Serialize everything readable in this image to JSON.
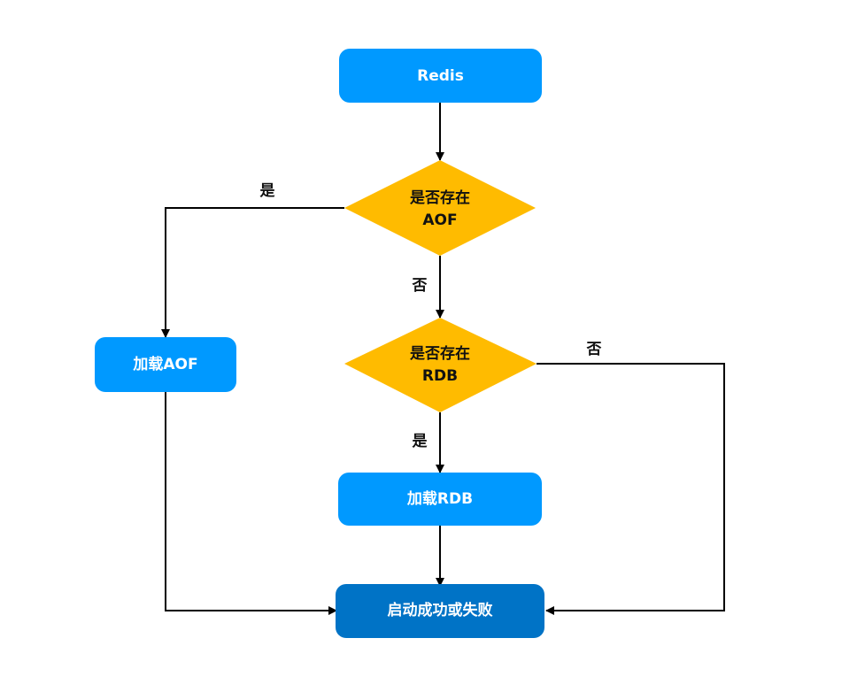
{
  "nodes": {
    "redis": "Redis",
    "aof_decision_line1": "是否存在",
    "aof_decision_line2": "AOF",
    "rdb_decision_line1": "是否存在",
    "rdb_decision_line2": "RDB",
    "load_aof": "加载AOF",
    "load_rdb": "加载RDB",
    "result": "启动成功或失败"
  },
  "edge_labels": {
    "aof_yes": "是",
    "aof_no": "否",
    "rdb_yes": "是",
    "rdb_no": "否"
  },
  "colors": {
    "process_blue": "#0099ff",
    "terminal_blue": "#0073c6",
    "decision_orange": "#ffbb00",
    "line_black": "#000000"
  }
}
